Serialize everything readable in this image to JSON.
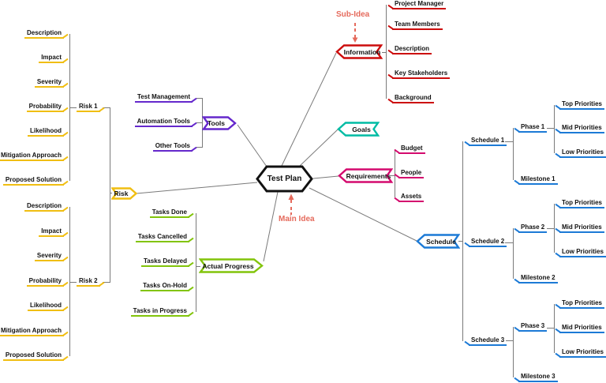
{
  "center": {
    "label": "Test Plan"
  },
  "annotations": {
    "main_idea": "Main Idea",
    "sub_idea": "Sub-Idea"
  },
  "colors": {
    "risk": "#F0BE12",
    "tools": "#6528CC",
    "information": "#CC0C0C",
    "goals": "#00BCA4",
    "requirements": "#D40A6E",
    "progress": "#82C40A",
    "schedule": "#1C7AD6",
    "annotation": "#E56A5C",
    "connector": "#7A7A7A",
    "center_outline": "#111111"
  },
  "risk": {
    "label": "Risk",
    "groups": [
      {
        "label": "Risk 1",
        "items": [
          "Description",
          "Impact",
          "Severity",
          "Probability",
          "Likelihood",
          "Mitigation Approach",
          "Proposed Solution"
        ]
      },
      {
        "label": "Risk 2",
        "items": [
          "Description",
          "Impact",
          "Severity",
          "Probability",
          "Likelihood",
          "Mitigation Approach",
          "Proposed Solution"
        ]
      }
    ]
  },
  "tools": {
    "label": "Tools",
    "items": [
      "Test Management",
      "Automation Tools",
      "Other Tools"
    ]
  },
  "information": {
    "label": "Information",
    "items": [
      "Project Manager",
      "Team Members",
      "Description",
      "Key Stakeholders",
      "Background"
    ]
  },
  "goals": {
    "label": "Goals"
  },
  "requirements": {
    "label": "Requirements",
    "items": [
      "Budget",
      "People",
      "Assets"
    ]
  },
  "progress": {
    "label": "Actual Progress",
    "items": [
      "Tasks Done",
      "Tasks Cancelled",
      "Tasks Delayed",
      "Tasks On-Hold",
      "Tasks in Progress"
    ]
  },
  "schedule": {
    "label": "Schedule",
    "groups": [
      {
        "label": "Schedule 1",
        "phase": "Phase 1",
        "milestone": "Milestone 1",
        "priorities": [
          "Top Priorities",
          "Mid Priorities",
          "Low Priorities"
        ]
      },
      {
        "label": "Schedule 2",
        "phase": "Phase 2",
        "milestone": "Milestone 2",
        "priorities": [
          "Top Priorities",
          "Mid Priorities",
          "Low Priorities"
        ]
      },
      {
        "label": "Schedule 3",
        "phase": "Phase 3",
        "milestone": "Milestone 3",
        "priorities": [
          "Top Priorities",
          "Mid Priorities",
          "Low Priorities"
        ]
      }
    ]
  }
}
